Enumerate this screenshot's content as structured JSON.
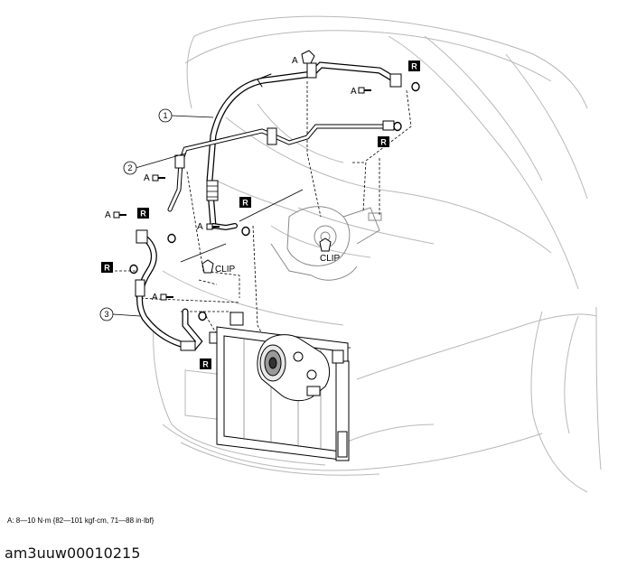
{
  "callouts": {
    "one": "1",
    "two": "2",
    "three": "3"
  },
  "labels": {
    "bolt": "A",
    "replace": "R",
    "clip": "CLIP"
  },
  "torque_note": "A: 8—10 N·m {82—101 kgf·cm, 71—88 in·lbf}",
  "figure_id": "am3uuw00010215"
}
